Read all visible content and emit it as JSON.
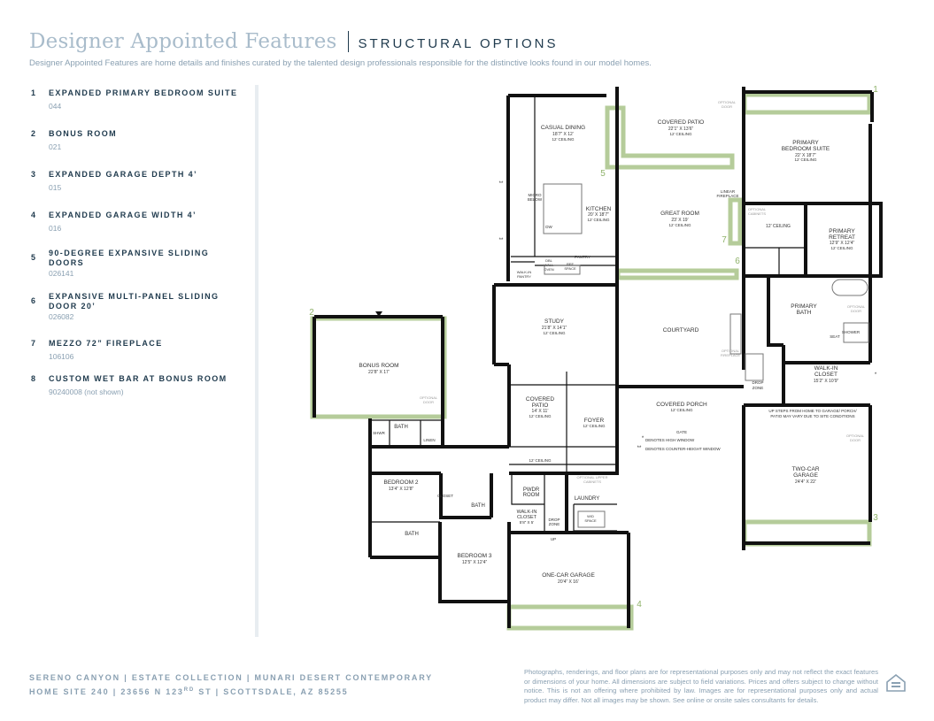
{
  "header": {
    "title": "Designer Appointed Features",
    "subtitle": "STRUCTURAL OPTIONS",
    "intro": "Designer Appointed Features are home details and finishes curated by the talented design professionals responsible for the distinctive looks found in our model homes."
  },
  "features": [
    {
      "num": "1",
      "name": "EXPANDED PRIMARY BEDROOM SUITE",
      "code": "044"
    },
    {
      "num": "2",
      "name": "BONUS ROOM",
      "code": "021"
    },
    {
      "num": "3",
      "name": "EXPANDED GARAGE DEPTH 4’",
      "code": "015"
    },
    {
      "num": "4",
      "name": "EXPANDED GARAGE WIDTH 4’",
      "code": "016"
    },
    {
      "num": "5",
      "name": "90-DEGREE EXPANSIVE SLIDING DOORS",
      "code": "026141"
    },
    {
      "num": "6",
      "name": "EXPANSIVE MULTI-PANEL SLIDING DOOR 20’",
      "code": "026082"
    },
    {
      "num": "7",
      "name": "MEZZO 72” FIREPLACE",
      "code": "106106"
    },
    {
      "num": "8",
      "name": "CUSTOM WET BAR AT BONUS ROOM",
      "code": "90240008 (not shown)"
    }
  ],
  "plan": {
    "rooms": {
      "casual_dining": "CASUAL DINING",
      "casual_dining_dim": "18’7” X 12’",
      "casual_dining_ceiling": "12’ CEILING",
      "covered_patio_top": "COVERED PATIO",
      "covered_patio_top_dim": "22’1” X 13’6”",
      "covered_patio_top_ceiling": "12’ CEILING",
      "primary_suite": "PRIMARY",
      "primary_suite_2": "BEDROOM SUITE",
      "primary_suite_dim": "22’ X 18’7”",
      "primary_suite_ceiling": "12’ CEILING",
      "kitchen": "KITCHEN",
      "kitchen_dim": "20’ X 18’7”",
      "kitchen_ceiling": "12’ CEILING",
      "great_room": "GREAT ROOM",
      "great_room_dim": "23’ X 19’",
      "great_room_ceiling": "12’ CEILING",
      "primary_retreat": "PRIMARY",
      "primary_retreat_2": "RETREAT",
      "primary_retreat_dim": "12’9” X 12’4”",
      "primary_retreat_ceiling": "12’ CEILING",
      "ceiling_12": "12’ CEILING",
      "micro": "MICRO",
      "micro_2": "BELOW",
      "dw": "DW",
      "dbl_wall": "DBL",
      "dbl_wall_2": "WALL",
      "dbl_wall_3": "OVEN",
      "ref": "REF",
      "ref_2": "SPACE",
      "pantry": "PANTRY",
      "walkin_pantry": "WALK-IN",
      "walkin_pantry_2": "PANTRY",
      "linear_fireplace": "LINEAR",
      "linear_fireplace_2": "FIREPLACE",
      "optional_cabinets": "OPTIONAL",
      "optional_cabinets_2": "CABINETS",
      "optional_door": "OPTIONAL",
      "optional_door_2": "DOOR",
      "study": "STUDY",
      "study_dim": "21’8” X 14’1”",
      "study_ceiling": "12’ CEILING",
      "courtyard": "COURTYARD",
      "optional_fireplace": "OPTIONAL",
      "optional_fireplace_2": "FIREPLACE",
      "primary_bath": "PRIMARY",
      "primary_bath_2": "BATH",
      "shower": "SHOWER",
      "seat": "SEAT",
      "walkin_closet": "WALK-IN",
      "walkin_closet_2": "CLOSET",
      "walkin_closet_dim": "15’2” X 10’9”",
      "drop_zone": "DROP",
      "drop_zone_2": "ZONE",
      "bonus_room": "BONUS ROOM",
      "bonus_room_dim": "22’8” X 17’",
      "covered_patio_mid": "COVERED",
      "covered_patio_mid_2": "PATIO",
      "covered_patio_mid_dim": "14’ X 11’",
      "covered_patio_mid_ceiling": "12’ CEILING",
      "foyer": "FOYER",
      "foyer_ceiling": "12’ CEILING",
      "covered_porch": "COVERED PORCH",
      "covered_porch_ceiling": "12’ CEILING",
      "gate": "GATE",
      "steps_note": "UP   STEPS FROM HOME TO GARAGE/ PORCH/",
      "steps_note_2": "PATIO MAY VARY DUE TO SITE CONDITIONS",
      "high_window": "DENOTES HIGH WINDOW",
      "counter_window": "DENOTES COUNTER-HEIGHT WINDOW",
      "bath": "BATH",
      "linen": "LINEN",
      "shwr": "SHWR",
      "bedroom2": "BEDROOM 2",
      "bedroom2_dim": "13’4” X 12’8”",
      "closet": "CLOSET",
      "pwdr": "PWDR",
      "pwdr_2": "ROOM",
      "laundry": "LAUNDRY",
      "optional_upper": "OPTIONAL UPPER",
      "optional_upper_2": "CABINETS",
      "walkin_closet_small": "WALK-IN",
      "walkin_closet_small_2": "CLOSET",
      "walkin_closet_small_dim": "5’8” X 5’",
      "wd_space": "W/D",
      "wd_space_2": "SPACE",
      "up": "UP",
      "two_car_garage": "TWO-CAR",
      "two_car_garage_2": "GARAGE",
      "two_car_garage_dim": "24’4” X 22’",
      "bedroom3": "BEDROOM 3",
      "bedroom3_dim": "12’5” X 12’4”",
      "one_car_garage": "ONE-CAR GARAGE",
      "one_car_garage_dim": "20’4” X 16’"
    },
    "markers": [
      "1",
      "2",
      "3",
      "4",
      "5",
      "6",
      "7"
    ],
    "highlight_color": "#b5cc9a",
    "wall_color": "#111111"
  },
  "footer": {
    "line1": "SERENO CANYON  |  ESTATE COLLECTION  |  MUNARI DESERT CONTEMPORARY",
    "line2a": "HOME SITE 240  |  23656 N 123",
    "line2sup": "RD",
    "line2b": " ST  |  SCOTTSDALE, AZ 85255",
    "disclaimer": "Photographs, renderings, and floor plans are for representational purposes only and may not reflect the exact features or dimensions of your home. All dimensions are subject to field variations. Prices and offers subject to change without notice. This is not an offering where prohibited by law. Images are for representational purposes only and actual product may differ. Not all images may be shown. See online or onsite sales consultants for details."
  }
}
